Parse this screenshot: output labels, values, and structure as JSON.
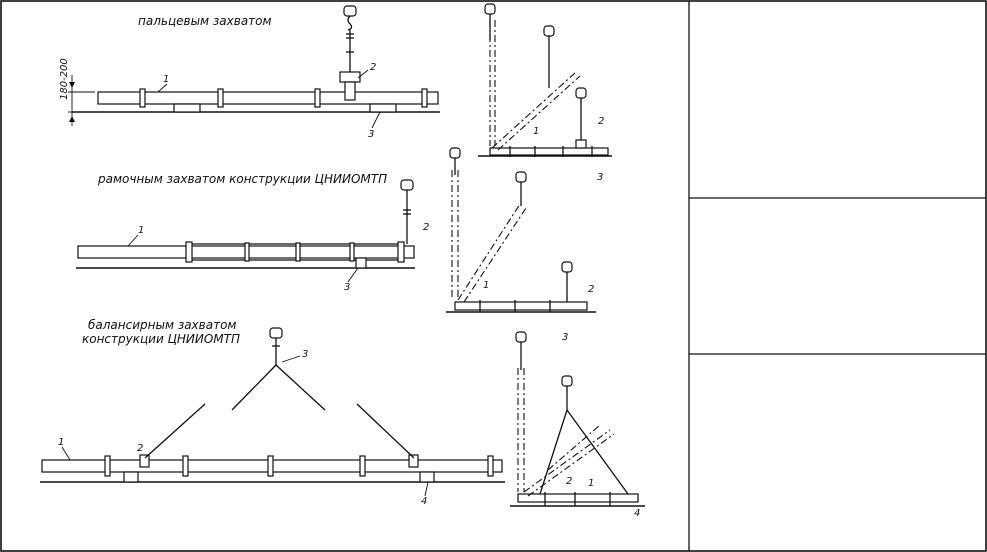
{
  "captions": {
    "finger": "пальцевым захватом",
    "frame": "рамочным захватом конструкции ЦНИИОМТП",
    "balancer_line1": "балансирным захватом",
    "balancer_line2": "конструкции ЦНИИОМТП"
  },
  "dimension": "180-200",
  "labels": {
    "n1": "1",
    "n2": "2",
    "n3": "3",
    "n4": "4"
  },
  "right_column": {
    "cells": [
      "",
      "",
      ""
    ]
  }
}
